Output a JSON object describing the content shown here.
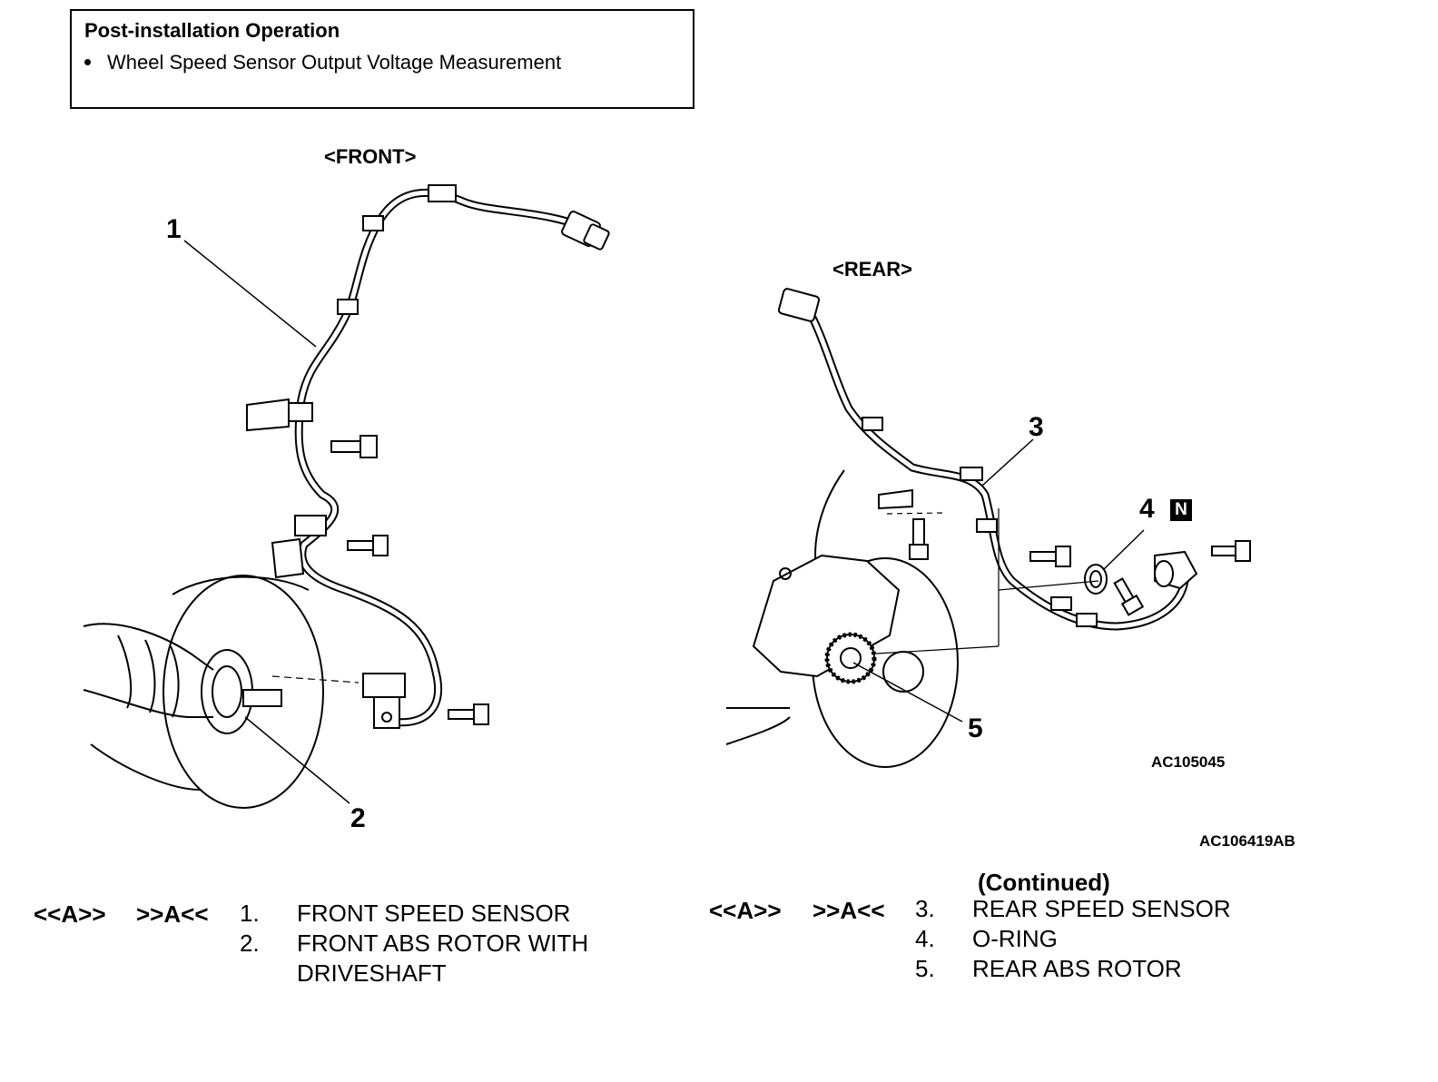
{
  "box": {
    "title": "Post-installation Operation",
    "bullet": "Wheel Speed Sensor Output Voltage Measurement"
  },
  "front_view": {
    "label": "<FRONT>"
  },
  "rear_view": {
    "label": "<REAR>"
  },
  "callouts": [
    "1",
    "2",
    "3",
    "4",
    "5"
  ],
  "new_part_badge": "N",
  "codes": {
    "inner": "AC105045",
    "outer": "AC106419AB"
  },
  "legend": {
    "continued": "(Continued)",
    "left": {
      "removal_mark": "<<A>>",
      "install_mark": ">>A<<",
      "items": [
        {
          "no": "1.",
          "text": "FRONT SPEED SENSOR"
        },
        {
          "no": "2.",
          "text": "FRONT ABS ROTOR WITH"
        }
      ],
      "item2_cont": "DRIVESHAFT"
    },
    "right": {
      "removal_mark": "<<A>>",
      "install_mark": ">>A<<",
      "items": [
        {
          "no": "3.",
          "text": "REAR SPEED SENSOR"
        },
        {
          "no": "4.",
          "text": "O-RING"
        },
        {
          "no": "5.",
          "text": "REAR ABS ROTOR"
        }
      ]
    }
  }
}
